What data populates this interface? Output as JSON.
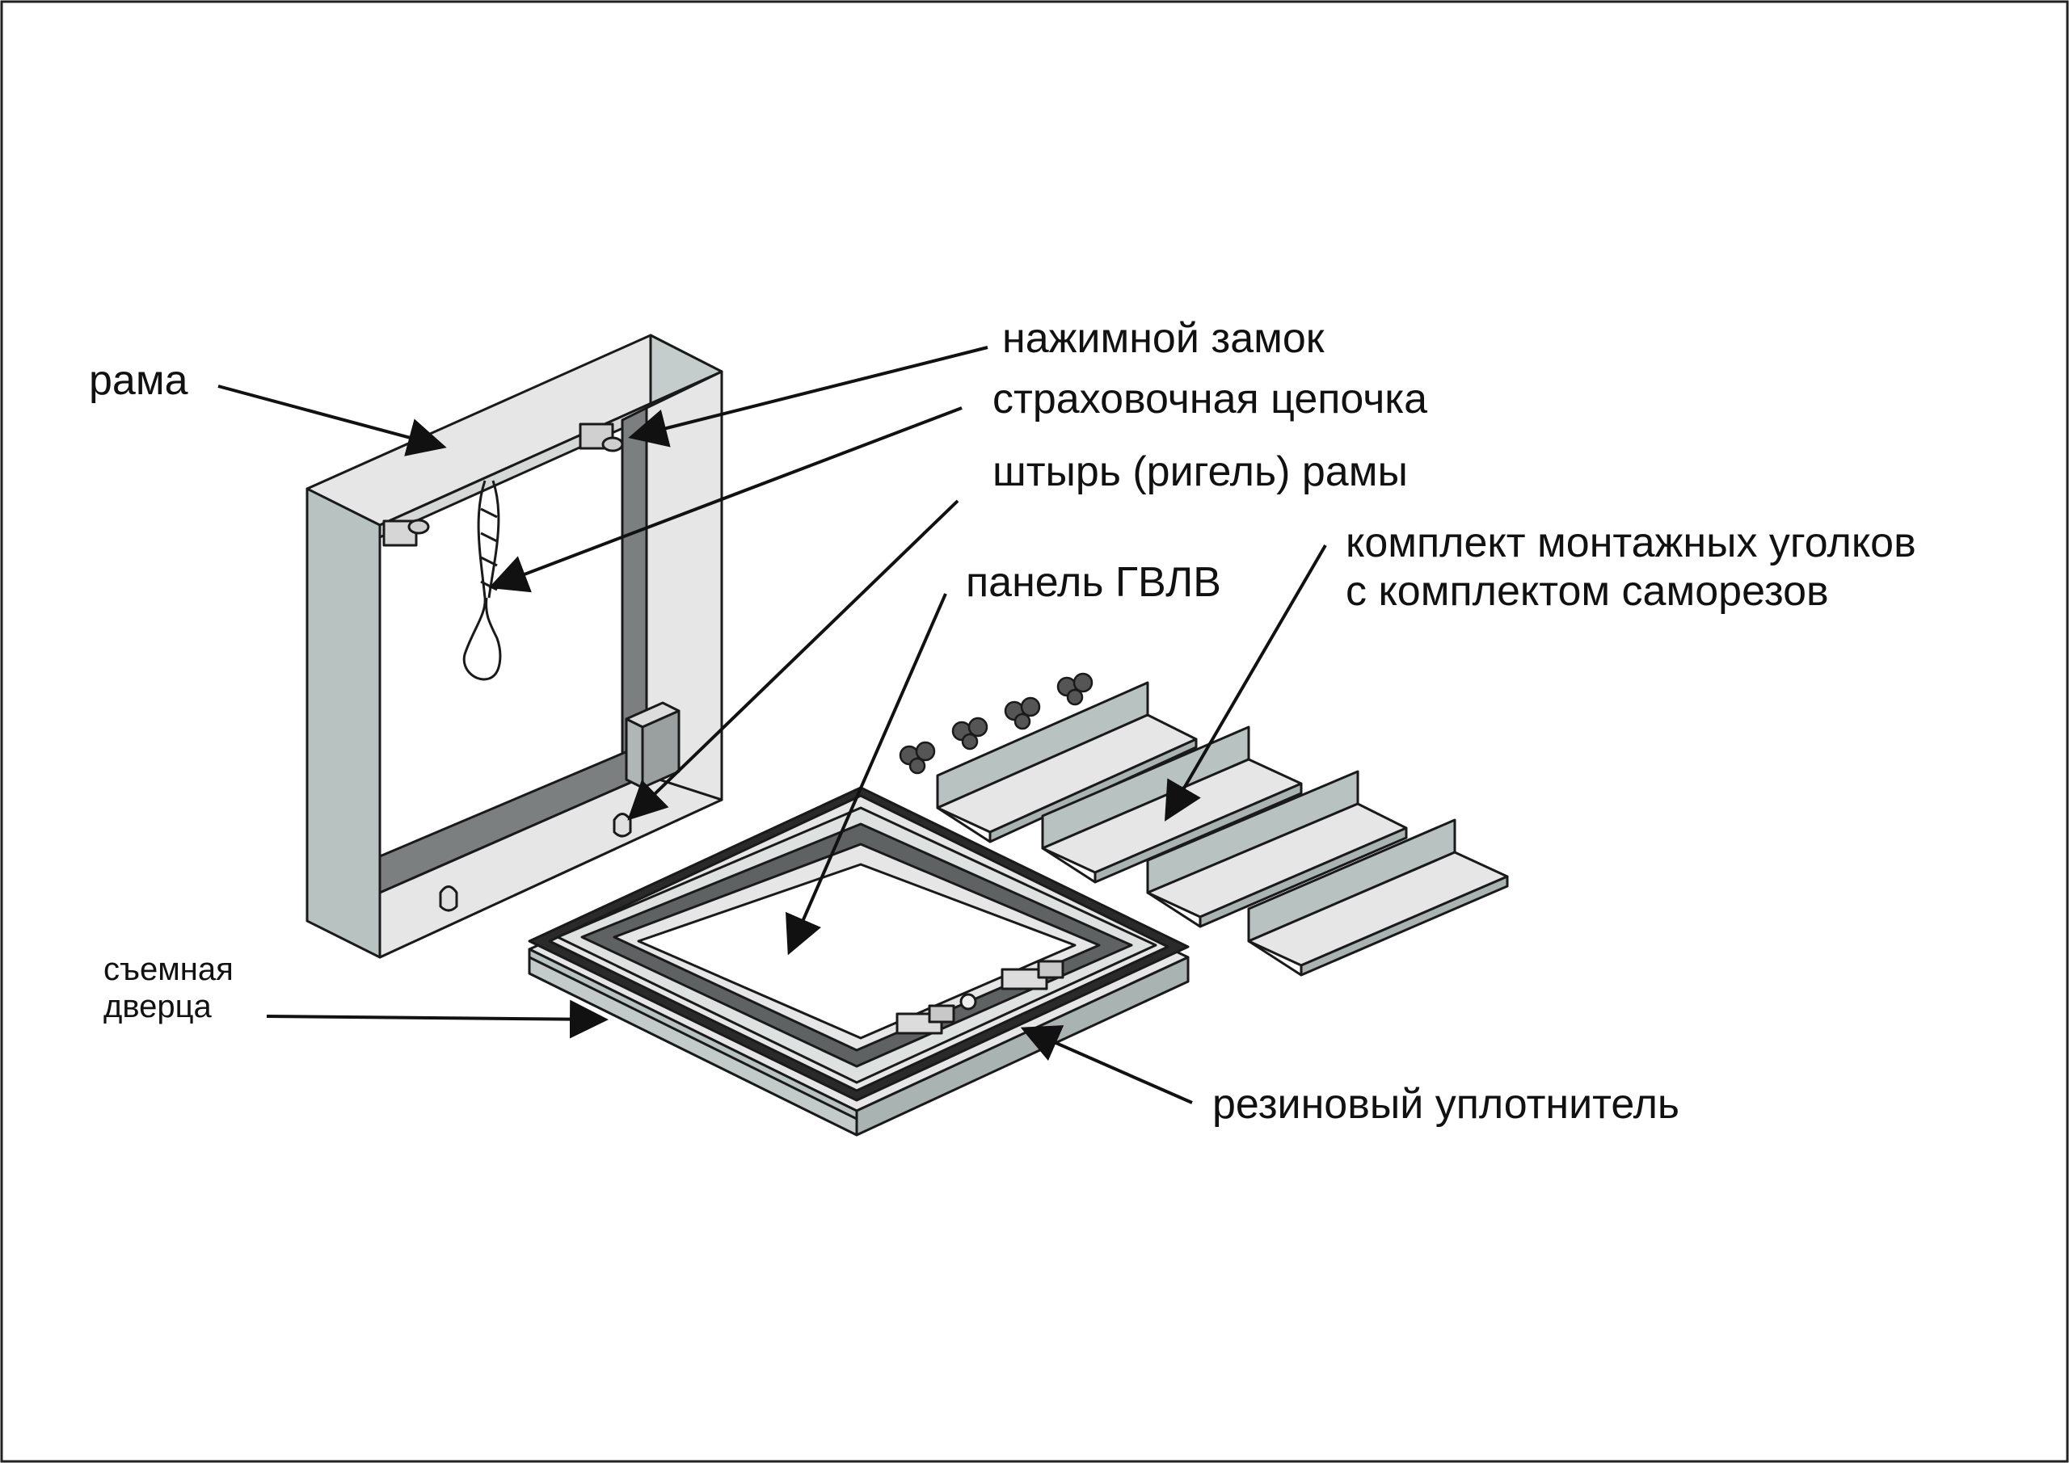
{
  "labels": {
    "frame": "рама",
    "push_lock": "нажимной замок",
    "safety_chain": "страховочная цепочка",
    "frame_pin": "штырь (ригель) рамы",
    "panel": "панель ГВЛВ",
    "angles_kit_line1": "комплект монтажных уголков",
    "angles_kit_line2": "с комплектом саморезов",
    "door_line1": "съемная",
    "door_line2": "дверца",
    "rubber_seal": "резиновый уплотнитель"
  },
  "colors": {
    "frame_face": "#e6e6e6",
    "frame_side": "#b8c3c1",
    "frame_inner": "#7b7f80",
    "seal": "#2a2a2a",
    "outline": "#1a1a1a"
  },
  "icons": [
    "screw-icon",
    "mounting-angle-icon",
    "chain-icon",
    "push-lock-icon",
    "pin-icon"
  ]
}
